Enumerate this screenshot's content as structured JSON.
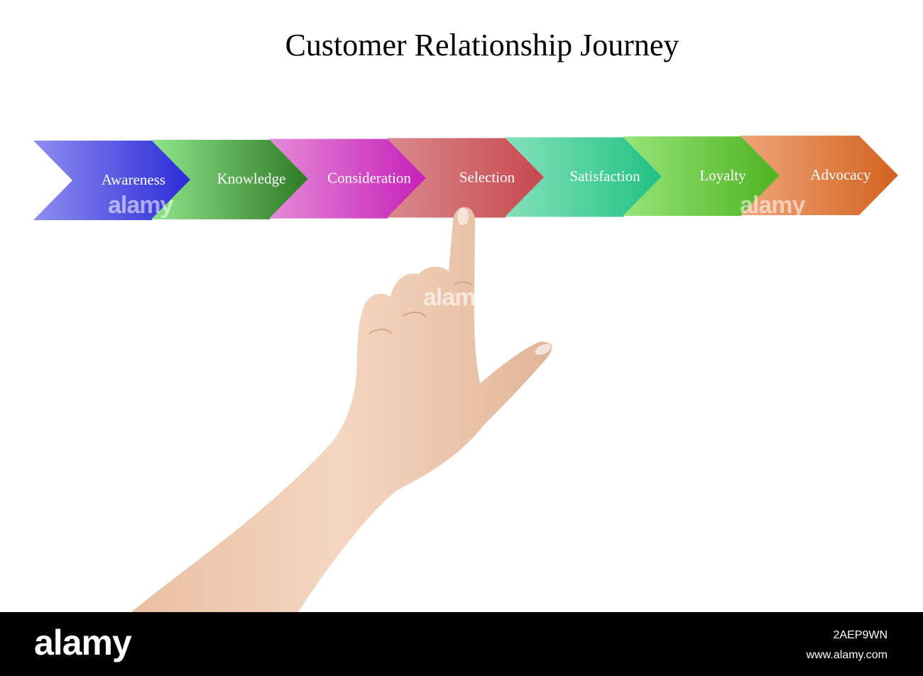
{
  "title": "Customer Relationship Journey",
  "steps": [
    {
      "label": "Awareness",
      "color_light": "#8e8ef0",
      "color_dark": "#2a2ad8"
    },
    {
      "label": "Knowledge",
      "color_light": "#8fe58a",
      "color_dark": "#2f7a25"
    },
    {
      "label": "Consideration",
      "color_light": "#e48ad8",
      "color_dark": "#c61fb8"
    },
    {
      "label": "Selection",
      "color_light": "#d98a8e",
      "color_dark": "#c7474e"
    },
    {
      "label": "Satisfaction",
      "color_light": "#86e0bb",
      "color_dark": "#1fc184"
    },
    {
      "label": "Loyalty",
      "color_light": "#97e57a",
      "color_dark": "#4fb21f"
    },
    {
      "label": "Advocacy",
      "color_light": "#f0a57a",
      "color_dark": "#d2621f"
    }
  ],
  "skin_color": "#f0cfb6",
  "footer": {
    "brand": "alamy",
    "image_id": "2AEP9WN",
    "site": "www.alamy.com"
  },
  "watermark_text": "alamy"
}
